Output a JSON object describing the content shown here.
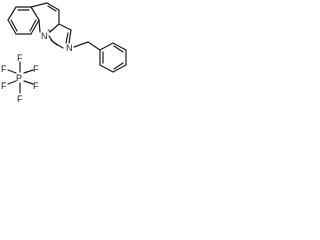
{
  "atoms": {
    "nitrogen_ring": "N",
    "nitrogen_ring_charge": "+",
    "nitrogen_benzyl": "N",
    "phosphorus": "P",
    "phosphorus_charge": "−",
    "fluorine": "F"
  }
}
